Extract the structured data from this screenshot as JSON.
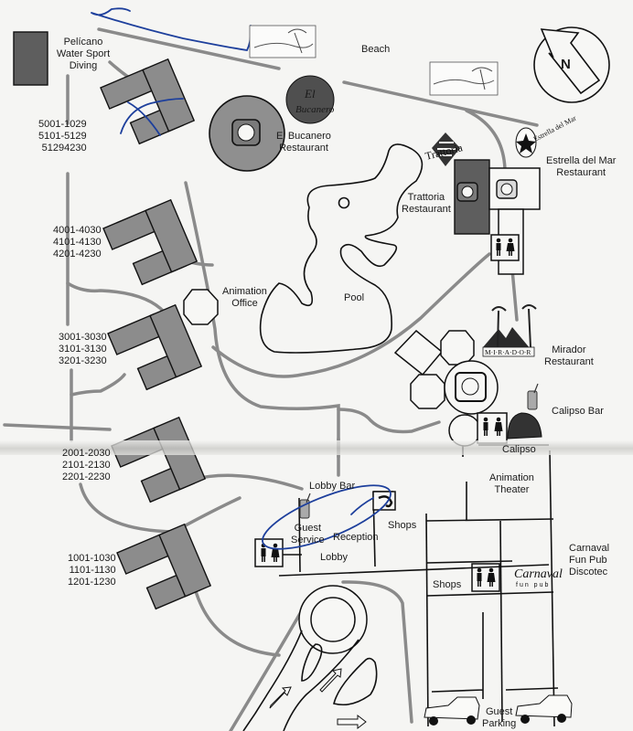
{
  "map": {
    "compass": {
      "label": "N"
    },
    "areas": {
      "beach": "Beach",
      "pool": "Pool",
      "pelicano": [
        "Pelícano",
        "Water Sport",
        "Diving"
      ],
      "animation_office": [
        "Animation",
        "Office"
      ],
      "el_bucanero": [
        "El Bucanero",
        "Restaurant"
      ],
      "trattoria": [
        "Trattoria",
        "Restaurant"
      ],
      "estrella": [
        "Estrella del Mar",
        "Restaurant"
      ],
      "mirador": [
        "Mirador",
        "Restaurant"
      ],
      "calipso_bar": "Calipso Bar",
      "calipso": "Calipso",
      "animation_theater": [
        "Animation",
        "Theater"
      ],
      "carnaval": [
        "Carnaval",
        "Fun Pub",
        "Discotec"
      ],
      "lobby_bar": "Lobby Bar",
      "guest_service": [
        "Guest",
        "Service"
      ],
      "reception": "Reception",
      "lobby": "Lobby",
      "shops_upper": "Shops",
      "shops_lower": "Shops",
      "guest_parking": [
        "Guest",
        "Parking"
      ]
    },
    "logos": {
      "el_bucanero": [
        "El",
        "Bucanero"
      ],
      "trattoria": "Trattoria",
      "estrella": "Estrella del Mar",
      "mirador": "M·I·R·A·D·O·R",
      "carnaval": [
        "Carnaval",
        "fun pub"
      ]
    },
    "room_blocks": [
      {
        "name": "block-5",
        "ranges": [
          "5001-1029",
          "5101-5129",
          "51294230"
        ]
      },
      {
        "name": "block-4",
        "ranges": [
          "4001-4030",
          "4101-4130",
          "4201-4230"
        ]
      },
      {
        "name": "block-3",
        "ranges": [
          "3001-3030",
          "3101-3130",
          "3201-3230"
        ]
      },
      {
        "name": "block-2",
        "ranges": [
          "2001-2030",
          "2101-2130",
          "2201-2230"
        ]
      },
      {
        "name": "block-1",
        "ranges": [
          "1001-1030",
          "1101-1130",
          "1201-1230"
        ]
      }
    ],
    "colors": {
      "building": "#8c8c8c",
      "dark_building": "#5e5e5e",
      "path": "#8a8a8a",
      "pen_ink": "#1d3f9c"
    }
  }
}
